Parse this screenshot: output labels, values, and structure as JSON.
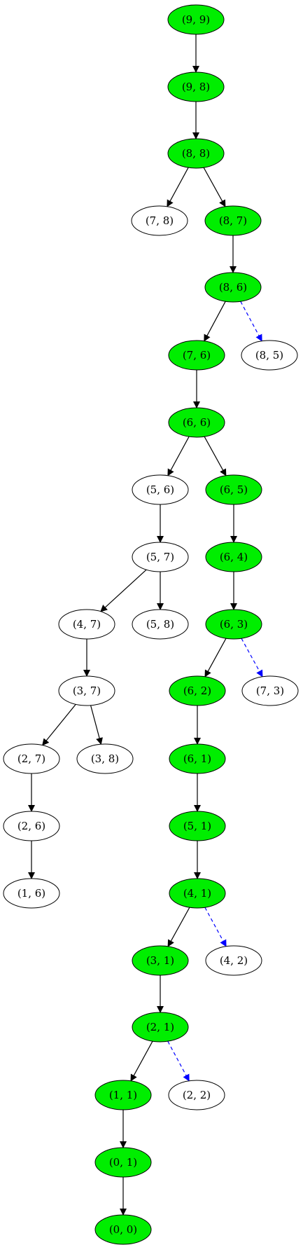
{
  "colors": {
    "path_fill": "#00ee00",
    "plain_fill": "#ffffff",
    "stroke": "#000000",
    "edge": "#000000",
    "dashed_edge": "#0000ff"
  },
  "nodes": [
    {
      "id": "n99",
      "label": "(9, 9)",
      "on_path": true
    },
    {
      "id": "n98",
      "label": "(9, 8)",
      "on_path": true
    },
    {
      "id": "n88",
      "label": "(8, 8)",
      "on_path": true
    },
    {
      "id": "n78",
      "label": "(7, 8)",
      "on_path": false
    },
    {
      "id": "n87",
      "label": "(8, 7)",
      "on_path": true
    },
    {
      "id": "n86",
      "label": "(8, 6)",
      "on_path": true
    },
    {
      "id": "n76",
      "label": "(7, 6)",
      "on_path": true
    },
    {
      "id": "n85",
      "label": "(8, 5)",
      "on_path": false
    },
    {
      "id": "n66",
      "label": "(6, 6)",
      "on_path": true
    },
    {
      "id": "n56",
      "label": "(5, 6)",
      "on_path": false
    },
    {
      "id": "n65",
      "label": "(6, 5)",
      "on_path": true
    },
    {
      "id": "n57",
      "label": "(5, 7)",
      "on_path": false
    },
    {
      "id": "n64",
      "label": "(6, 4)",
      "on_path": true
    },
    {
      "id": "n47",
      "label": "(4, 7)",
      "on_path": false
    },
    {
      "id": "n58",
      "label": "(5, 8)",
      "on_path": false
    },
    {
      "id": "n63",
      "label": "(6, 3)",
      "on_path": true
    },
    {
      "id": "n37",
      "label": "(3, 7)",
      "on_path": false
    },
    {
      "id": "n62",
      "label": "(6, 2)",
      "on_path": true
    },
    {
      "id": "n73",
      "label": "(7, 3)",
      "on_path": false
    },
    {
      "id": "n27",
      "label": "(2, 7)",
      "on_path": false
    },
    {
      "id": "n38",
      "label": "(3, 8)",
      "on_path": false
    },
    {
      "id": "n61",
      "label": "(6, 1)",
      "on_path": true
    },
    {
      "id": "n26",
      "label": "(2, 6)",
      "on_path": false
    },
    {
      "id": "n51",
      "label": "(5, 1)",
      "on_path": true
    },
    {
      "id": "n16",
      "label": "(1, 6)",
      "on_path": false
    },
    {
      "id": "n41",
      "label": "(4, 1)",
      "on_path": true
    },
    {
      "id": "n31",
      "label": "(3, 1)",
      "on_path": true
    },
    {
      "id": "n42",
      "label": "(4, 2)",
      "on_path": false
    },
    {
      "id": "n21",
      "label": "(2, 1)",
      "on_path": true
    },
    {
      "id": "n11",
      "label": "(1, 1)",
      "on_path": true
    },
    {
      "id": "n22",
      "label": "(2, 2)",
      "on_path": false
    },
    {
      "id": "n01",
      "label": "(0, 1)",
      "on_path": true
    },
    {
      "id": "n00",
      "label": "(0, 0)",
      "on_path": true
    }
  ],
  "edges": [
    {
      "from": "n99",
      "to": "n98",
      "dashed": false
    },
    {
      "from": "n98",
      "to": "n88",
      "dashed": false
    },
    {
      "from": "n88",
      "to": "n78",
      "dashed": false
    },
    {
      "from": "n88",
      "to": "n87",
      "dashed": false
    },
    {
      "from": "n87",
      "to": "n86",
      "dashed": false
    },
    {
      "from": "n86",
      "to": "n76",
      "dashed": false
    },
    {
      "from": "n86",
      "to": "n85",
      "dashed": true
    },
    {
      "from": "n76",
      "to": "n66",
      "dashed": false
    },
    {
      "from": "n66",
      "to": "n56",
      "dashed": false
    },
    {
      "from": "n66",
      "to": "n65",
      "dashed": false
    },
    {
      "from": "n56",
      "to": "n57",
      "dashed": false
    },
    {
      "from": "n65",
      "to": "n64",
      "dashed": false
    },
    {
      "from": "n57",
      "to": "n47",
      "dashed": false
    },
    {
      "from": "n57",
      "to": "n58",
      "dashed": false
    },
    {
      "from": "n64",
      "to": "n63",
      "dashed": false
    },
    {
      "from": "n47",
      "to": "n37",
      "dashed": false
    },
    {
      "from": "n63",
      "to": "n62",
      "dashed": false
    },
    {
      "from": "n63",
      "to": "n73",
      "dashed": true
    },
    {
      "from": "n37",
      "to": "n27",
      "dashed": false
    },
    {
      "from": "n37",
      "to": "n38",
      "dashed": false
    },
    {
      "from": "n62",
      "to": "n61",
      "dashed": false
    },
    {
      "from": "n27",
      "to": "n26",
      "dashed": false
    },
    {
      "from": "n61",
      "to": "n51",
      "dashed": false
    },
    {
      "from": "n26",
      "to": "n16",
      "dashed": false
    },
    {
      "from": "n51",
      "to": "n41",
      "dashed": false
    },
    {
      "from": "n41",
      "to": "n31",
      "dashed": false
    },
    {
      "from": "n41",
      "to": "n42",
      "dashed": true
    },
    {
      "from": "n31",
      "to": "n21",
      "dashed": false
    },
    {
      "from": "n21",
      "to": "n11",
      "dashed": false
    },
    {
      "from": "n21",
      "to": "n22",
      "dashed": true
    },
    {
      "from": "n11",
      "to": "n01",
      "dashed": false
    },
    {
      "from": "n01",
      "to": "n00",
      "dashed": false
    }
  ]
}
